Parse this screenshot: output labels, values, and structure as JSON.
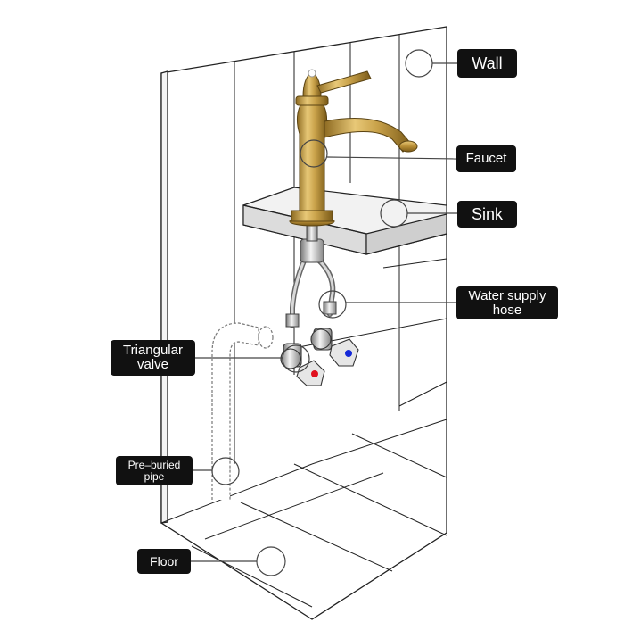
{
  "labels": {
    "wall": "Wall",
    "faucet": "Faucet",
    "sink": "Sink",
    "water_supply_hose": "Water supply\nhose",
    "triangular_valve": "Triangular\nvalve",
    "pre_buried_pipe": "Pre–buried\npipe",
    "floor": "Floor"
  },
  "colors": {
    "label_bg": "#111111",
    "label_text": "#ffffff",
    "line": "#555555",
    "faucet_gold": "#c9a24a",
    "hot_marker": "#e0101e",
    "cold_marker": "#1428d8"
  },
  "icons": [
    "wall-panel",
    "faucet-icon",
    "sink-countertop",
    "supply-hose",
    "angle-valve",
    "buried-pipe",
    "floor-tiles"
  ]
}
